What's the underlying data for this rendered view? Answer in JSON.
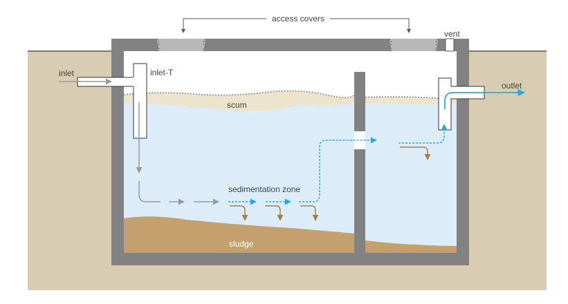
{
  "labels": {
    "access_covers": "access covers",
    "vent": "vent",
    "inlet": "inlet",
    "inlet_t": "inlet-T",
    "outlet": "outlet",
    "scum": "scum",
    "sedimentation_zone": "sedimentation zone",
    "sludge": "sludge"
  },
  "colors": {
    "ground": "#d8ccb2",
    "wall": "#808080",
    "water": "#dcecf8",
    "sludge": "#c3a06e",
    "scum": "#ece4cc",
    "flow_blue": "#29a9df",
    "flow_brown": "#a97c45",
    "flow_gray": "#999999"
  }
}
